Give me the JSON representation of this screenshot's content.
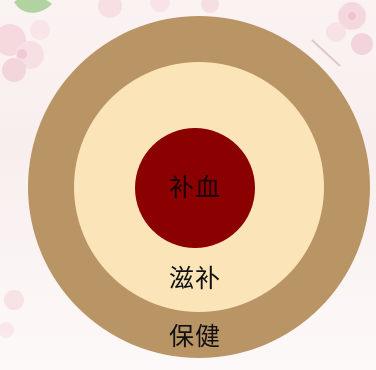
{
  "diagram": {
    "type": "concentric-circles",
    "layers": {
      "inner": {
        "label": "补血",
        "color": "#8b0000"
      },
      "middle": {
        "label": "滋补",
        "color": "#fbe4b8"
      },
      "outer": {
        "label": "保健",
        "color": "#b99465"
      }
    },
    "background_decoration": "pink-blossom-flowers"
  }
}
